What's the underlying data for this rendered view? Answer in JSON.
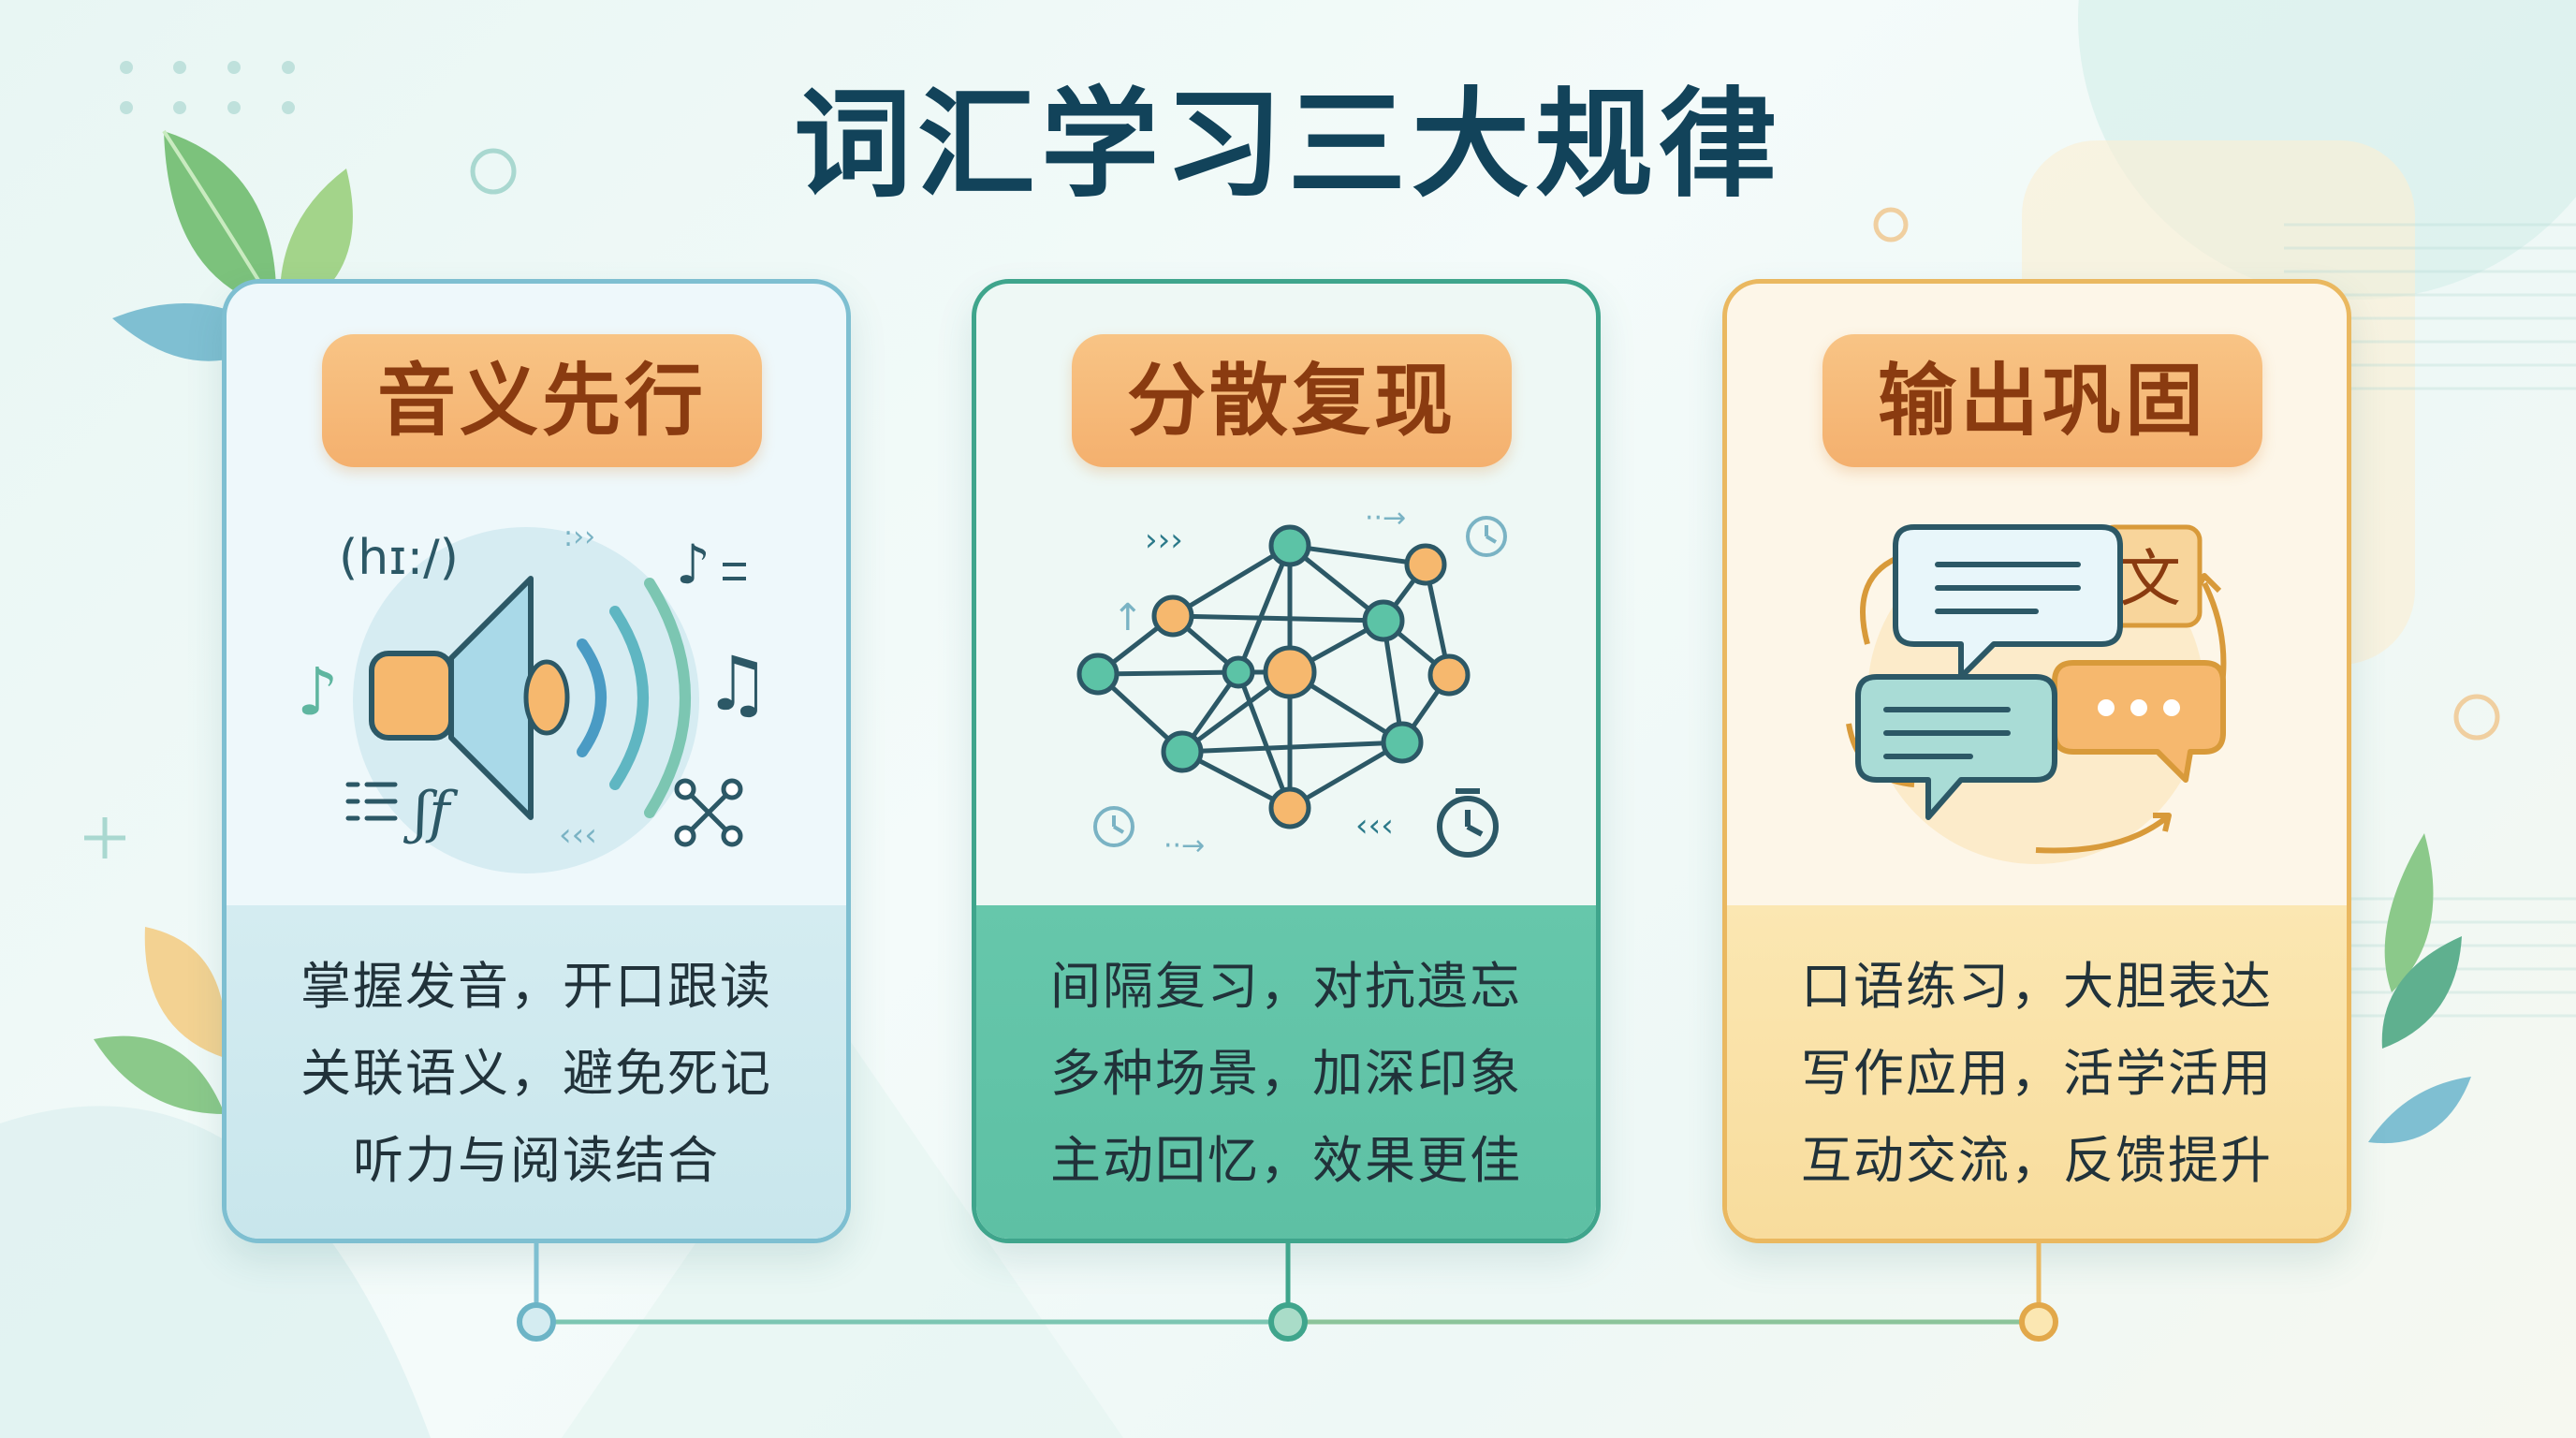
{
  "title": "词汇学习三大规律",
  "cards": [
    {
      "heading": "音义先行",
      "icon": "speaker-icon",
      "phonetic": "(hɪ:/)",
      "lines": [
        "掌握发音，开口跟读",
        "关联语义，避免死记",
        "听力与阅读结合"
      ]
    },
    {
      "heading": "分散复现",
      "icon": "network-icon",
      "lines": [
        "间隔复习，对抗遗忘",
        "多种场景，加深印象",
        "主动回忆，效果更佳"
      ]
    },
    {
      "heading": "输出巩固",
      "icon": "chat-bubbles-icon",
      "bubble_char": "文",
      "lines": [
        "口语练习，大胆表达",
        "写作应用，活学活用",
        "互动交流，反馈提升"
      ]
    }
  ],
  "colors": {
    "title": "#12435a",
    "card1_border": "#7ebfd1",
    "card2_border": "#3fa58c",
    "card3_border": "#eab860",
    "pill": "#f4b06e",
    "pill_text": "#8a3b10"
  }
}
